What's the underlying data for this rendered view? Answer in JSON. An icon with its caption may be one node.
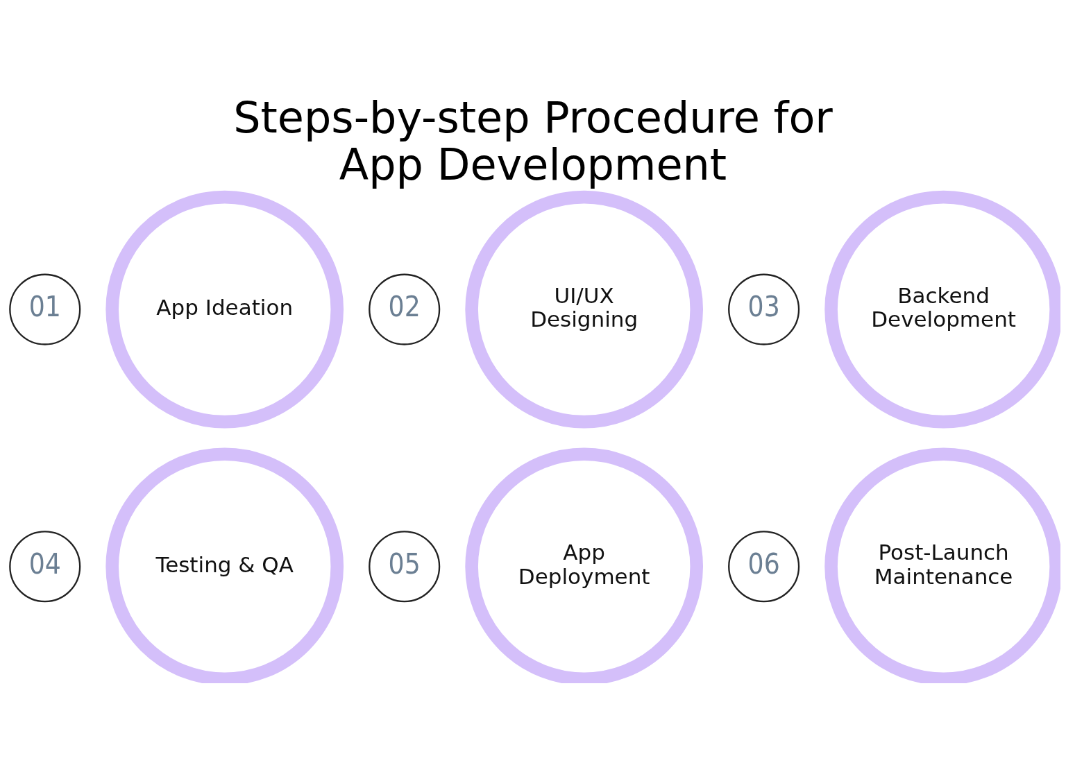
{
  "diagram": {
    "title": "Steps-by-step Procedure for App Development",
    "nodes": [
      {
        "text": [
          "01"
        ]
      },
      {
        "text": [
          "App Ideation"
        ]
      },
      {
        "text": [
          "02"
        ]
      },
      {
        "text": [
          "UI/UX Designing"
        ]
      },
      {
        "text": [
          "03"
        ]
      },
      {
        "text": [
          "Backend Development"
        ]
      },
      {
        "text": [
          "04"
        ]
      },
      {
        "text": [
          "Testing & QA"
        ]
      },
      {
        "text": [
          "05"
        ]
      },
      {
        "text": [
          "App Deployment"
        ]
      },
      {
        "text": [
          "06"
        ]
      },
      {
        "text": [
          "Post-Launch Maintenance"
        ]
      }
    ],
    "edges": []
  }
}
